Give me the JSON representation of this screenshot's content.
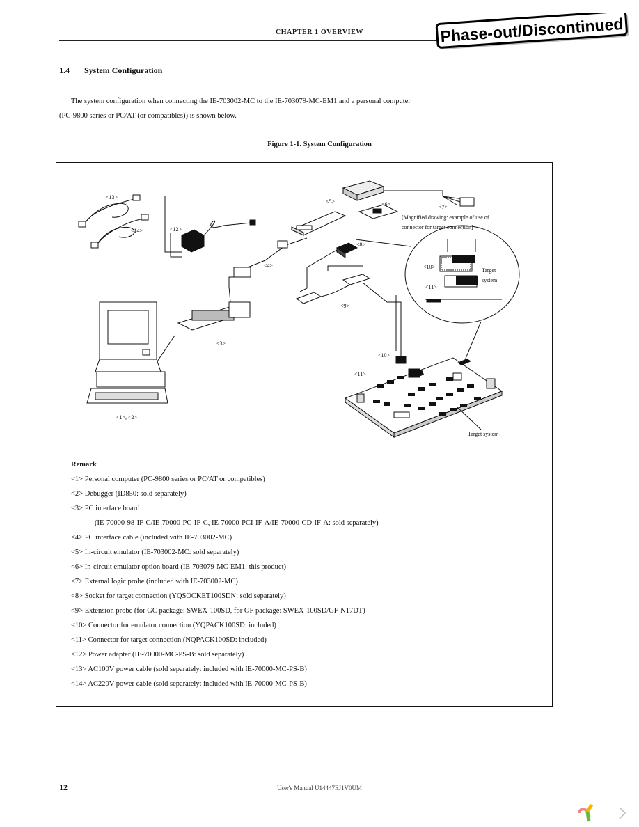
{
  "header": {
    "chapter": "CHAPTER 1   OVERVIEW",
    "stamp": "Phase-out/Discontinued"
  },
  "section": {
    "number": "1.4",
    "title": "System Configuration"
  },
  "intro": {
    "line1": "The system configuration when connecting the IE-703002-MC to the IE-703079-MC-EM1 and a personal computer",
    "line2": "(PC-9800 series or PC/AT (or compatibles)) is shown below."
  },
  "figure": {
    "title": "Figure 1-1.  System Configuration",
    "labels": {
      "l13": "<13>",
      "l14": "<14>",
      "l12": "<12>",
      "l5": "<5>",
      "l6": "<6>",
      "l7": "<7>",
      "l4": "<4>",
      "l8": "<8>",
      "l9": "<9>",
      "l3": "<3>",
      "l10a": "<10>",
      "l11a": "<11>",
      "l10b": "<10>",
      "l11b": "<11>",
      "l1_2": "<1>, <2>",
      "magnified1": "[Magnified drawing: example of use of",
      "magnified2": "connector for target connection]",
      "target1": "Target",
      "target2": "system",
      "target_system": "Target system"
    }
  },
  "remark": {
    "title": "Remark",
    "items": [
      "<1> Personal computer (PC-9800 series or PC/AT or compatibles)",
      "<2> Debugger (ID850: sold separately)",
      "<3> PC interface board",
      "(IE-70000-98-IF-C/IE-70000-PC-IF-C, IE-70000-PCI-IF-A/IE-70000-CD-IF-A: sold separately)",
      "<4> PC interface cable (included with IE-703002-MC)",
      "<5> In-circuit emulator (IE-703002-MC:  sold separately)",
      "<6> In-circuit emulator option board (IE-703079-MC-EM1: this product)",
      "<7> External logic probe (included with IE-703002-MC)",
      "<8> Socket for target connection (YQSOCKET100SDN: sold separately)",
      "<9> Extension probe (for GC package: SWEX-100SD, for GF package: SWEX-100SD/GF-N17DT)",
      "<10> Connector for emulator connection (YQPACK100SD: included)",
      "<11> Connector for target connection (NQPACK100SD: included)",
      "<12> Power adapter (IE-70000-MC-PS-B: sold separately)",
      "<13> AC100V power cable (sold separately: included with IE-70000-MC-PS-B)",
      "<14> AC220V power cable (sold separately: included with IE-70000-MC-PS-B)"
    ]
  },
  "footer": {
    "page": "12",
    "doc": "User's Manual U14447EJ1V0UM"
  }
}
